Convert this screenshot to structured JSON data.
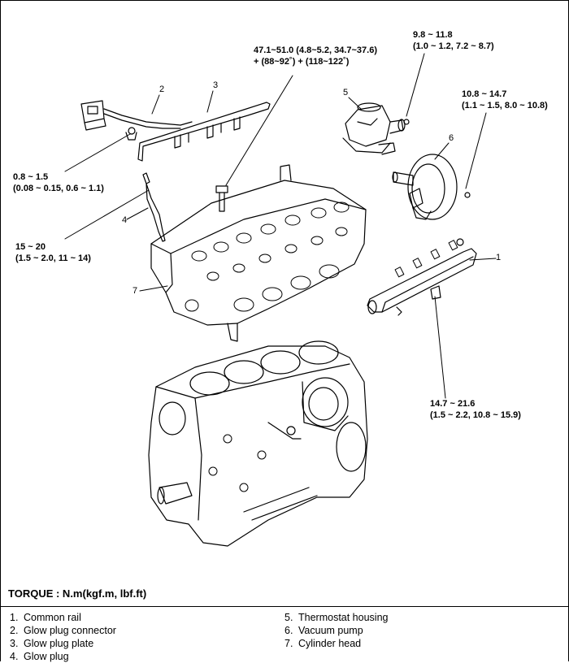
{
  "torque_specs": {
    "bolt_cylinder_head_line1": "47.1~51.0 (4.8~5.2, 34.7~37.6)",
    "bolt_cylinder_head_line2": "+ (88~92˚) + (118~122˚)",
    "thermostat_line1": "9.8 ~ 11.8",
    "thermostat_line2": "(1.0 ~ 1.2, 7.2 ~ 8.7)",
    "vacuum_pump_line1": "10.8 ~ 14.7",
    "vacuum_pump_line2": "(1.1 ~ 1.5, 8.0 ~ 10.8)",
    "glow_plug_plate_line1": "0.8 ~ 1.5",
    "glow_plug_plate_line2": "(0.08 ~ 0.15, 0.6 ~ 1.1)",
    "glow_plug_line1": "15 ~ 20",
    "glow_plug_line2": "(1.5 ~ 2.0, 11 ~ 14)",
    "common_rail_line1": "14.7 ~ 21.6",
    "common_rail_line2": "(1.5 ~ 2.2, 10.8 ~ 15.9)"
  },
  "callouts": [
    "1",
    "2",
    "3",
    "4",
    "5",
    "6",
    "7"
  ],
  "torque_heading": "TORQUE : N.m(kgf.m, lbf.ft)",
  "legend": {
    "left": [
      {
        "num": "1.",
        "label": "Common rail"
      },
      {
        "num": "2.",
        "label": "Glow plug connector"
      },
      {
        "num": "3.",
        "label": "Glow plug plate"
      },
      {
        "num": "4.",
        "label": "Glow plug"
      }
    ],
    "right": [
      {
        "num": "5.",
        "label": "Thermostat housing"
      },
      {
        "num": "6.",
        "label": "Vacuum pump"
      },
      {
        "num": "7.",
        "label": "Cylinder head"
      }
    ]
  }
}
